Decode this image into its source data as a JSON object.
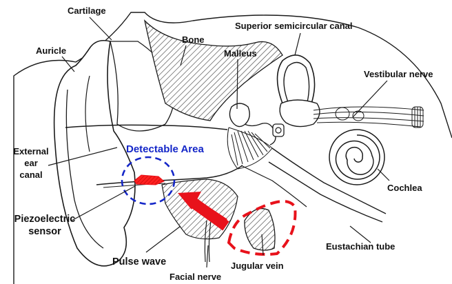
{
  "labels": {
    "cartilage": "Cartilage",
    "auricle": "Auricle",
    "bone": "Bone",
    "malleus": "Malleus",
    "superior_canal": "Superior semicircular canal",
    "vestibular_nerve": "Vestibular nerve",
    "external_ear_canal_1": "External",
    "external_ear_canal_2": "ear",
    "external_ear_canal_3": "canal",
    "detectable_area": "Detectable Area",
    "cochlea": "Cochlea",
    "piezo_1": "Piezoelectric",
    "piezo_2": "sensor",
    "eustachian_tube": "Eustachian tube",
    "pulse_wave": "Pulse wave",
    "jugular_vein": "Jugular vein",
    "facial_nerve": "Facial nerve"
  },
  "colors": {
    "line": "#1a1a1a",
    "highlight_red": "#e8121b",
    "detectable_blue": "#1426c8"
  }
}
